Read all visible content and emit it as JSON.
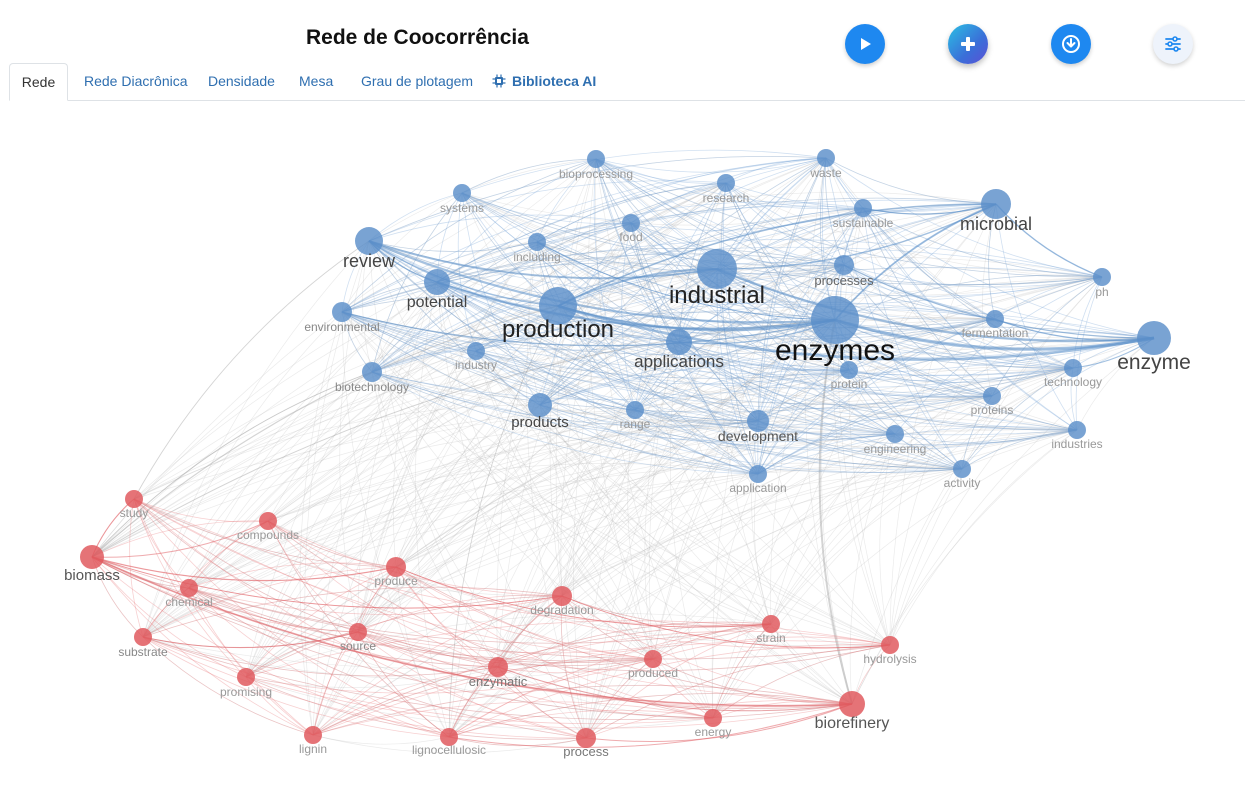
{
  "header": {
    "title": "Rede de Coocorrência"
  },
  "toolbar": {
    "buttons": [
      {
        "name": "play-button",
        "icon": "play-icon"
      },
      {
        "name": "add-button",
        "icon": "plus-icon"
      },
      {
        "name": "download-button",
        "icon": "download-icon"
      },
      {
        "name": "settings-button",
        "icon": "sliders-icon"
      }
    ]
  },
  "tabs": [
    {
      "label": "Rede",
      "active": true
    },
    {
      "label": "Rede Diacrônica"
    },
    {
      "label": "Densidade"
    },
    {
      "label": "Mesa"
    },
    {
      "label": "Grau de plotagem"
    },
    {
      "label": "Biblioteca AI",
      "icon": "chip-icon"
    }
  ],
  "network": {
    "colors": {
      "cluster_blue": "#5b8fc9",
      "cluster_red": "#e05a5f"
    },
    "nodes": [
      {
        "id": "bioprocessing",
        "cluster": "blue",
        "weight": 1
      },
      {
        "id": "waste",
        "cluster": "blue",
        "weight": 1
      },
      {
        "id": "research",
        "cluster": "blue",
        "weight": 1
      },
      {
        "id": "systems",
        "cluster": "blue",
        "weight": 1
      },
      {
        "id": "food",
        "cluster": "blue",
        "weight": 1
      },
      {
        "id": "sustainable",
        "cluster": "blue",
        "weight": 1
      },
      {
        "id": "microbial",
        "cluster": "blue",
        "weight": 3
      },
      {
        "id": "review",
        "cluster": "blue",
        "weight": 3
      },
      {
        "id": "including",
        "cluster": "blue",
        "weight": 1
      },
      {
        "id": "industrial",
        "cluster": "blue",
        "weight": 5
      },
      {
        "id": "processes",
        "cluster": "blue",
        "weight": 2
      },
      {
        "id": "ph",
        "cluster": "blue",
        "weight": 1
      },
      {
        "id": "potential",
        "cluster": "blue",
        "weight": 2
      },
      {
        "id": "production",
        "cluster": "blue",
        "weight": 5
      },
      {
        "id": "environmental",
        "cluster": "blue",
        "weight": 2
      },
      {
        "id": "enzymes",
        "cluster": "blue",
        "weight": 6
      },
      {
        "id": "fermentation",
        "cluster": "blue",
        "weight": 1
      },
      {
        "id": "enzyme",
        "cluster": "blue",
        "weight": 4
      },
      {
        "id": "applications",
        "cluster": "blue",
        "weight": 3
      },
      {
        "id": "industry",
        "cluster": "blue",
        "weight": 1
      },
      {
        "id": "biotechnology",
        "cluster": "blue",
        "weight": 1
      },
      {
        "id": "protein",
        "cluster": "blue",
        "weight": 1
      },
      {
        "id": "technology",
        "cluster": "blue",
        "weight": 1
      },
      {
        "id": "products",
        "cluster": "blue",
        "weight": 2
      },
      {
        "id": "range",
        "cluster": "blue",
        "weight": 1
      },
      {
        "id": "development",
        "cluster": "blue",
        "weight": 2
      },
      {
        "id": "proteins",
        "cluster": "blue",
        "weight": 1
      },
      {
        "id": "engineering",
        "cluster": "blue",
        "weight": 1
      },
      {
        "id": "industries",
        "cluster": "blue",
        "weight": 1
      },
      {
        "id": "application",
        "cluster": "blue",
        "weight": 1
      },
      {
        "id": "activity",
        "cluster": "blue",
        "weight": 1
      },
      {
        "id": "study",
        "cluster": "red",
        "weight": 1
      },
      {
        "id": "compounds",
        "cluster": "red",
        "weight": 1
      },
      {
        "id": "biomass",
        "cluster": "red",
        "weight": 2
      },
      {
        "id": "produce",
        "cluster": "red",
        "weight": 1
      },
      {
        "id": "chemical",
        "cluster": "red",
        "weight": 1
      },
      {
        "id": "degradation",
        "cluster": "red",
        "weight": 1
      },
      {
        "id": "substrate",
        "cluster": "red",
        "weight": 1
      },
      {
        "id": "source",
        "cluster": "red",
        "weight": 1
      },
      {
        "id": "strain",
        "cluster": "red",
        "weight": 1
      },
      {
        "id": "hydrolysis",
        "cluster": "red",
        "weight": 1
      },
      {
        "id": "promising",
        "cluster": "red",
        "weight": 1
      },
      {
        "id": "enzymatic",
        "cluster": "red",
        "weight": 1
      },
      {
        "id": "produced",
        "cluster": "red",
        "weight": 1
      },
      {
        "id": "biorefinery",
        "cluster": "red",
        "weight": 2
      },
      {
        "id": "energy",
        "cluster": "red",
        "weight": 1
      },
      {
        "id": "lignin",
        "cluster": "red",
        "weight": 1
      },
      {
        "id": "lignocellulosic",
        "cluster": "red",
        "weight": 1
      },
      {
        "id": "process",
        "cluster": "red",
        "weight": 1
      }
    ]
  }
}
